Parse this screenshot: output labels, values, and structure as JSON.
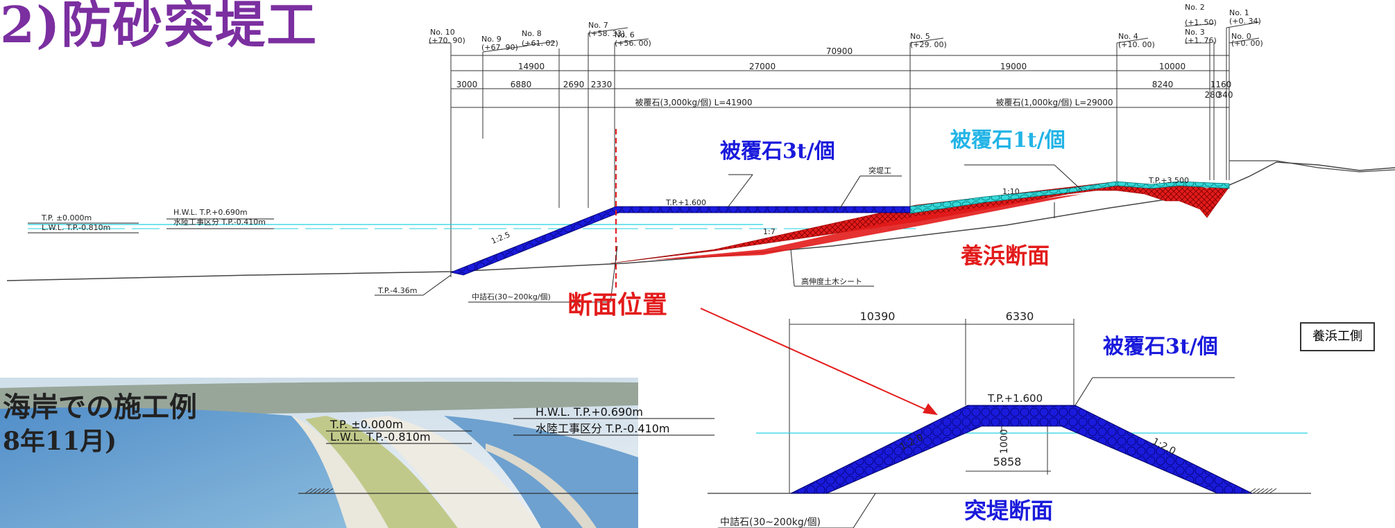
{
  "title": "2)防砂突堤工",
  "photo_caption": {
    "line1": "海岸での施工例",
    "line2": "8年11月)"
  },
  "stations": [
    {
      "no": "No. 10",
      "val": "(+70. 90)"
    },
    {
      "no": "No. 9",
      "val": "(+67. 90)"
    },
    {
      "no": "No. 8",
      "val": "(+61. 02)"
    },
    {
      "no": "No. 7",
      "val": "(+58. 33)"
    },
    {
      "no": "No. 6",
      "val": "(+56. 00)"
    },
    {
      "no": "No. 5",
      "val": "(+29. 00)"
    },
    {
      "no": "No. 4",
      "val": "(+10. 00)"
    },
    {
      "no": "No. 3",
      "val": "(+1. 76)"
    },
    {
      "no": "No. 2",
      "val": "(+1. 50)"
    },
    {
      "no": "No. 1",
      "val": "(+0. 34)"
    },
    {
      "no": "No. 0",
      "val": "(+0. 00)"
    }
  ],
  "dims_total": "70900",
  "dims_row1": [
    "14900",
    "27000",
    "19000",
    "10000"
  ],
  "dims_row2": [
    "3000",
    "6880",
    "2690",
    "2330",
    "8240",
    "1160",
    "280",
    "340"
  ],
  "cover_labels": {
    "heavy": "被覆石(3,000kg/個) L=41900",
    "light": "被覆石(1,000kg/個) L=29000"
  },
  "callouts": {
    "stone3t": "被覆石3t/個",
    "stone1t": "被覆石1t/個",
    "nourish": "養浜断面",
    "section_pos": "断面位置",
    "groin_section": "突堤断面",
    "stone3t_b": "被覆石3t/個",
    "side_box": "養浜工側"
  },
  "upper_labels": {
    "tp0": "T.P. ±0.000m",
    "lwl": "L.W.L. T.P.-0.810m",
    "hwl": "H.W.L. T.P.+0.690m",
    "land_sea": "水陸工事区分 T.P.-0.410m",
    "tp1600": "T.P.+1.600",
    "tp3500": "T.P.+3.500",
    "groin": "突堤工",
    "slope_25": "1:2.5",
    "slope_7": "1:7",
    "slope_10": "1:10",
    "tp_bottom": "T.P.-4.36m",
    "fill_stone": "中詰石(30~200kg/個)",
    "sheet": "高伸度土木シート"
  },
  "lower_labels": {
    "dim_left": "10390",
    "dim_right": "6330",
    "crest_elev": "T.P.+1.600",
    "height": "1000",
    "crest_width": "5858",
    "slope_l": "1:2.0",
    "slope_r": "1:2.0",
    "fill_stone": "中詰石(30~200kg/個)",
    "tp0": "T.P. ±0.000m",
    "lwl": "L.W.L. T.P.-0.810m",
    "hwl": "H.W.L. T.P.+0.690m",
    "land_sea": "水陸工事区分 T.P.-0.410m"
  },
  "colors": {
    "heavy": "#1a1adc",
    "light": "#1ec8c8",
    "fill": "#e31b1b",
    "title": "#7b2fa0",
    "callout_cyan": "#23b4e6"
  }
}
